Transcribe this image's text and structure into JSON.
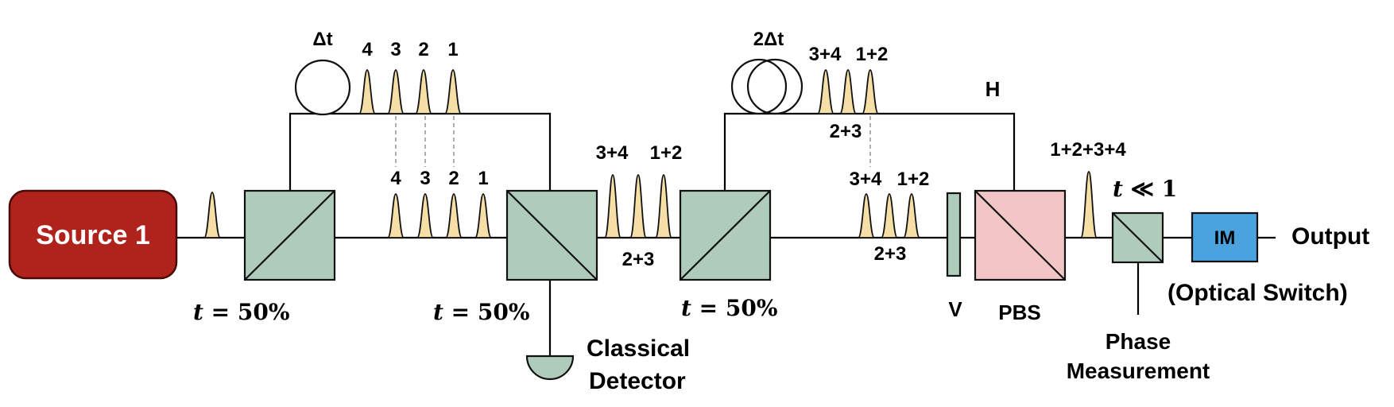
{
  "source": {
    "label": "Source 1",
    "color": "#b0231c"
  },
  "splitters": [
    {
      "label_t": "t",
      "label_eq": " = 50%"
    },
    {
      "label_t": "t",
      "label_eq": " = 50%"
    },
    {
      "label_t": "t",
      "label_eq": " = 50%"
    }
  ],
  "delays": {
    "first": "Δt",
    "second": "2Δt"
  },
  "pulse_labels": {
    "upper1": [
      "4",
      "3",
      "2",
      "1"
    ],
    "lower1": [
      "4",
      "3",
      "2",
      "1"
    ],
    "combined1_top": [
      "3+4",
      "1+2"
    ],
    "combined1_bottom": "2+3",
    "upper2_top": [
      "3+4",
      "1+2"
    ],
    "upper2_bottom": "2+3",
    "lower2_top": [
      "3+4",
      "1+2"
    ],
    "lower2_bottom": "2+3",
    "final": "1+2+3+4"
  },
  "polarization": {
    "h": "H",
    "v": "V",
    "pbs": "PBS"
  },
  "detector": {
    "line1": "Classical",
    "line2": "Detector"
  },
  "switch": {
    "label_t": "t",
    "label_rest": " ≪ 1",
    "phase_line1": "Phase",
    "phase_line2": "Measurement"
  },
  "modulator": {
    "label": "IM",
    "color": "#4aa3df"
  },
  "output": {
    "label": "Output",
    "sublabel": "(Optical Switch)"
  },
  "colors": {
    "splitter": "#aecbbb",
    "pbs": "#f2c6c6",
    "pulse_fill": "#f5dfa6"
  }
}
